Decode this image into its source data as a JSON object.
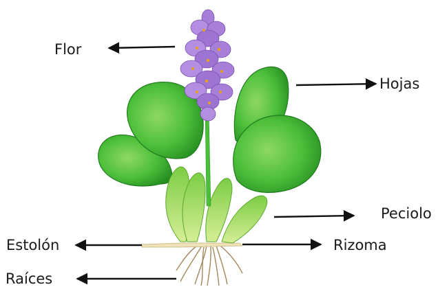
{
  "labels": {
    "flor": "Flor",
    "hojas": "Hojas",
    "peciolo": "Peciolo",
    "estolon": "Estolón",
    "rizoma": "Rizoma",
    "raices": "Raíces"
  },
  "colors": {
    "leaf_dark": "#2f9a2a",
    "leaf_mid": "#4cbf3a",
    "leaf_light": "#8fd865",
    "petiole": "#b8e070",
    "flower": "#a77fd8",
    "flower_dark": "#7a4fb0",
    "flower_center": "#e8a21a",
    "root": "#a2875a",
    "arrow": "#111111"
  }
}
